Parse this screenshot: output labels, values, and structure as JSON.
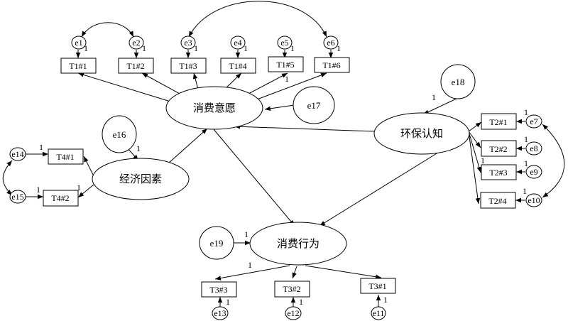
{
  "title": "SEM path diagram",
  "latents": {
    "intention": "消费意愿",
    "economic": "经济因素",
    "environmental": "环保认知",
    "behavior": "消费行为"
  },
  "observed": {
    "T1_1": "T1#1",
    "T1_2": "T1#2",
    "T1_3": "T1#3",
    "T1_4": "T1#4",
    "T1_5": "T1#5",
    "T1_6": "T1#6",
    "T2_1": "T2#1",
    "T2_2": "T2#2",
    "T2_3": "T2#3",
    "T2_4": "T2#4",
    "T3_1": "T3#1",
    "T3_2": "T3#2",
    "T3_3": "T3#3",
    "T4_1": "T4#1",
    "T4_2": "T4#2"
  },
  "errors": {
    "e1": "e1",
    "e2": "e2",
    "e3": "e3",
    "e4": "e4",
    "e5": "e5",
    "e6": "e6",
    "e7": "e7",
    "e8": "e8",
    "e9": "e9",
    "e10": "e10",
    "e11": "e11",
    "e12": "e12",
    "e13": "e13",
    "e14": "e14",
    "e15": "e15",
    "e16": "e16",
    "e17": "e17",
    "e18": "e18",
    "e19": "e19"
  },
  "fixed_loading": "1",
  "paths": [
    {
      "from": "经济因素",
      "to": "消费意愿"
    },
    {
      "from": "环保认知",
      "to": "消费意愿"
    },
    {
      "from": "消费意愿",
      "to": "消费行为"
    },
    {
      "from": "环保认知",
      "to": "消费行为"
    }
  ],
  "covariances": [
    [
      "e1",
      "e2"
    ],
    [
      "e3",
      "e6"
    ],
    [
      "e7",
      "e10"
    ],
    [
      "e14",
      "e15"
    ]
  ]
}
